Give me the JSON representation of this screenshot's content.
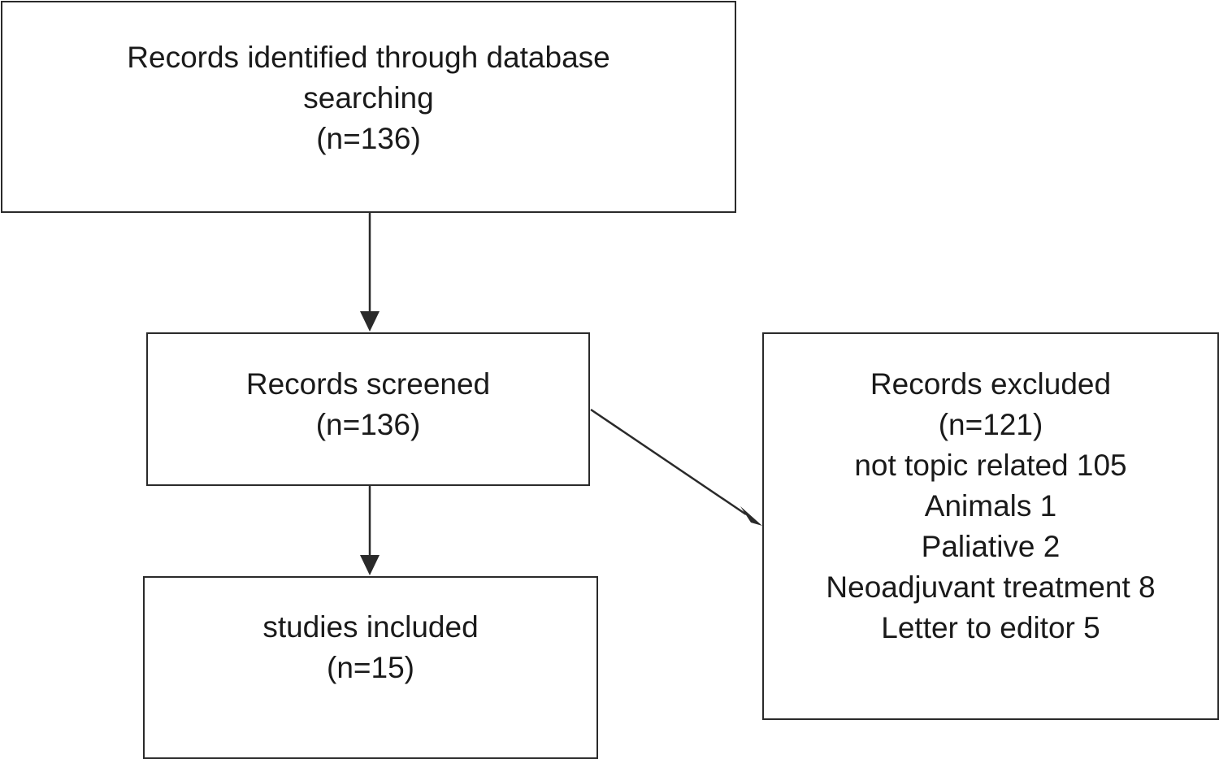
{
  "identified": {
    "line1": "Records identified through database",
    "line2": "searching",
    "line3": "(n=136)"
  },
  "screened": {
    "line1": "Records screened",
    "line2": "(n=136)"
  },
  "included": {
    "line1": "studies included",
    "line2": "(n=15)"
  },
  "excluded": {
    "line1": "Records excluded",
    "line2": "(n=121)",
    "reasons": [
      "not topic related 105",
      "Animals 1",
      "Paliative 2",
      "Neoadjuvant treatment 8",
      "Letter to editor 5"
    ]
  }
}
